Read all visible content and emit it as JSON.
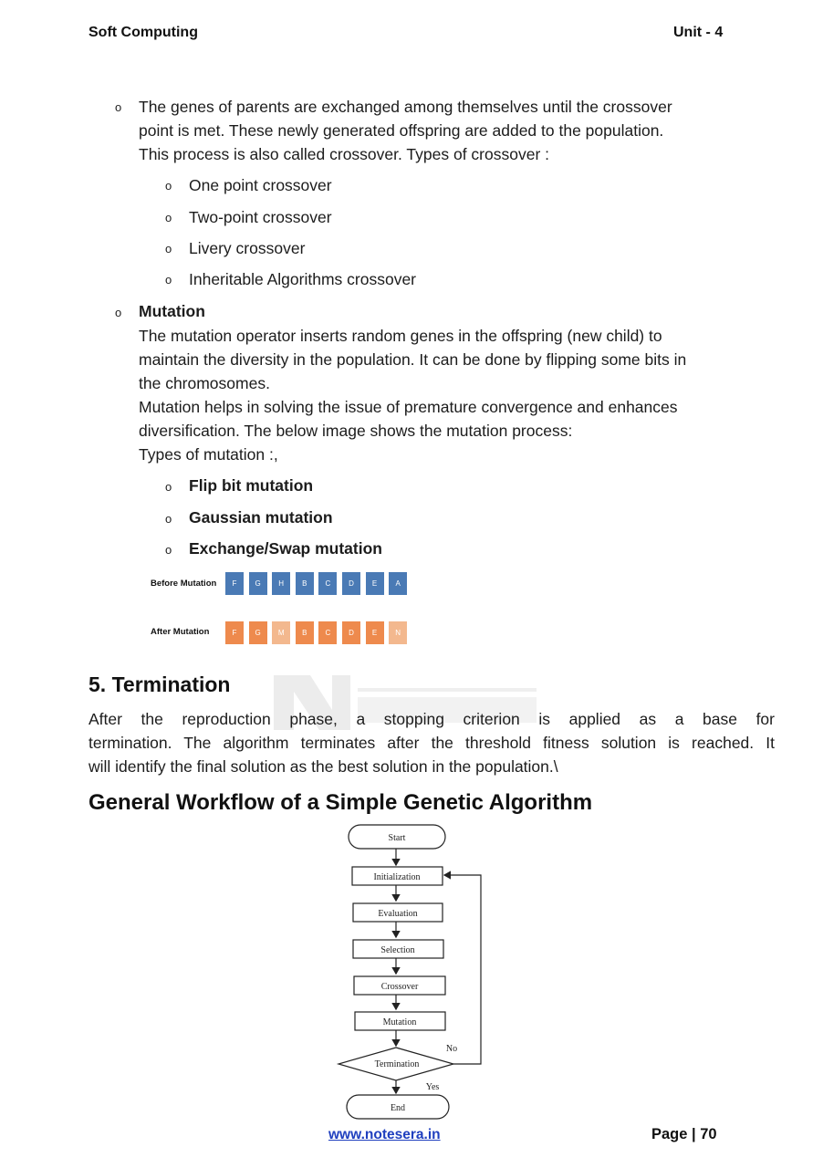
{
  "header": {
    "left": "Soft Computing",
    "right": "Unit - 4"
  },
  "bullet_char": "o",
  "crossover": {
    "lines": [
      "The genes of parents are exchanged among themselves until the crossover",
      "point is met. These newly generated offspring are added to the population.",
      "This process is also called crossover. Types of crossover :"
    ],
    "types": [
      "One point crossover",
      "Two-point crossover",
      "Livery crossover",
      "Inheritable Algorithms crossover"
    ]
  },
  "mutation": {
    "title": "Mutation",
    "lines": [
      "The mutation operator inserts random genes in the offspring (new child) to",
      "maintain the diversity in the population. It can be done by flipping some bits in",
      "the chromosomes.",
      "Mutation helps in solving the issue of premature convergence and enhances",
      "diversification. The below image shows the mutation process:",
      "Types of mutation :,"
    ],
    "types": [
      "Flip bit mutation",
      "Gaussian mutation",
      "Exchange/Swap mutation"
    ]
  },
  "mutation_figure": {
    "before_label": "Before Mutation",
    "after_label": "After Mutation",
    "before_genes": [
      "F",
      "G",
      "H",
      "B",
      "C",
      "D",
      "E",
      "A"
    ],
    "after_genes": [
      "F",
      "G",
      "M",
      "B",
      "C",
      "D",
      "E",
      "N"
    ],
    "colors": {
      "blue": "#4a7ab5",
      "orange": "#ee8a4d",
      "light_orange": "#f3b88e"
    }
  },
  "termination": {
    "heading": "5. Termination",
    "lines": [
      "After the reproduction phase, a stopping criterion is applied as a base for",
      "termination. The algorithm terminates after the threshold fitness solution is reached. It",
      "will identify the final solution as the best solution in the population.\\"
    ]
  },
  "workflow": {
    "heading": "General Workflow of a Simple Genetic Algorithm",
    "start": "Start",
    "steps": [
      "Initialization",
      "Evaluation",
      "Selection",
      "Crossover",
      "Mutation"
    ],
    "decision": "Termination",
    "no_label": "No",
    "yes_label": "Yes",
    "end": "End"
  },
  "footer": {
    "link": "www.notesera.in",
    "page": "Page | 70"
  }
}
